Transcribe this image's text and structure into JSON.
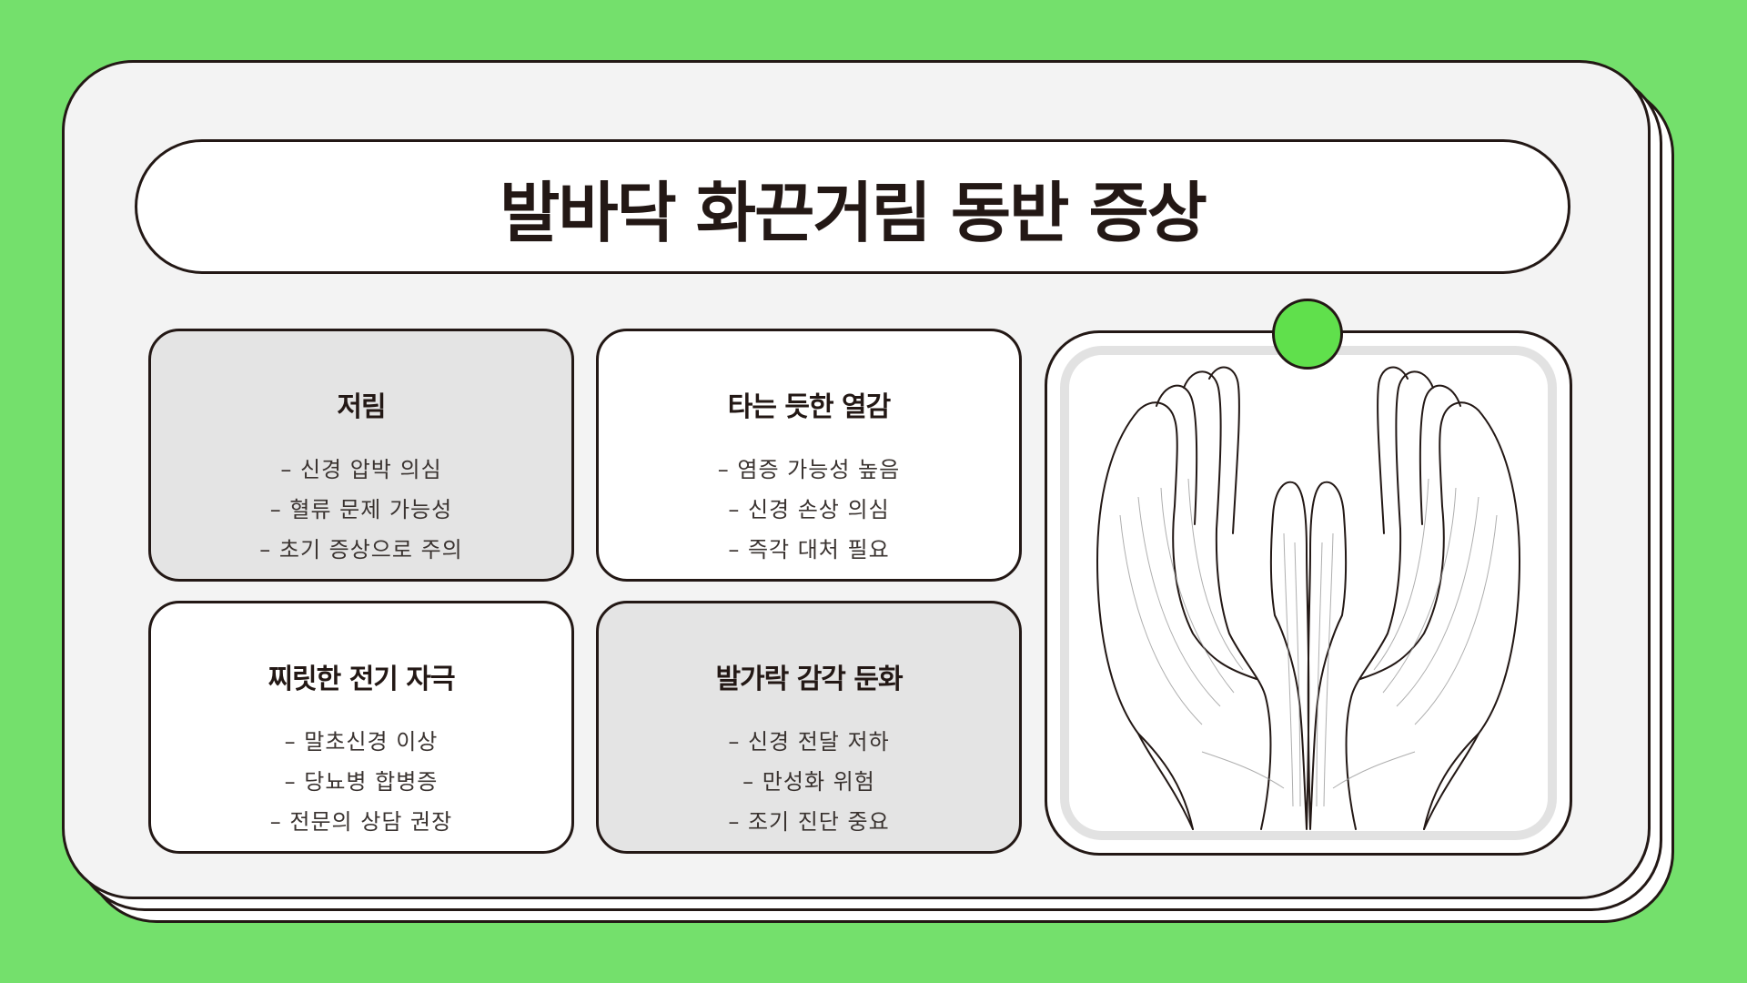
{
  "title": "발바닥 화끈거림 동반 증상",
  "colors": {
    "background": "#74e06c",
    "pin": "#60e04c",
    "outline": "#231815",
    "card_gray": "#e4e4e4",
    "card_white": "#ffffff"
  },
  "cards": [
    {
      "title": "저림",
      "items": [
        "– 신경 압박 의심",
        "– 혈류 문제 가능성",
        "– 초기 증상으로 주의"
      ]
    },
    {
      "title": "타는 듯한 열감",
      "items": [
        "– 염증 가능성 높음",
        "– 신경 손상 의심",
        "– 즉각 대처 필요"
      ]
    },
    {
      "title": "찌릿한 전기 자극",
      "items": [
        "– 말초신경 이상",
        "– 당뇨병 합병증",
        "– 전문의 상담 권장"
      ]
    },
    {
      "title": "발가락 감각 둔화",
      "items": [
        "– 신경 전달 저하",
        "– 만성화 위험",
        "– 조기 진단 중요"
      ]
    }
  ],
  "image": {
    "subject": "cupped-hands-line-drawing"
  }
}
